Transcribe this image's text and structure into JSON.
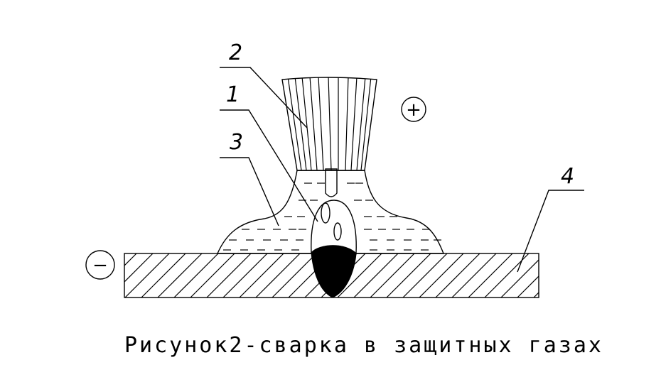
{
  "labels": {
    "shielding_gas": "3",
    "electrode": "2",
    "arc": "1",
    "workpiece": "4"
  },
  "polarity": {
    "plus": "+",
    "minus": "−"
  },
  "caption": "Рисунок2-сварка в защитных газах"
}
